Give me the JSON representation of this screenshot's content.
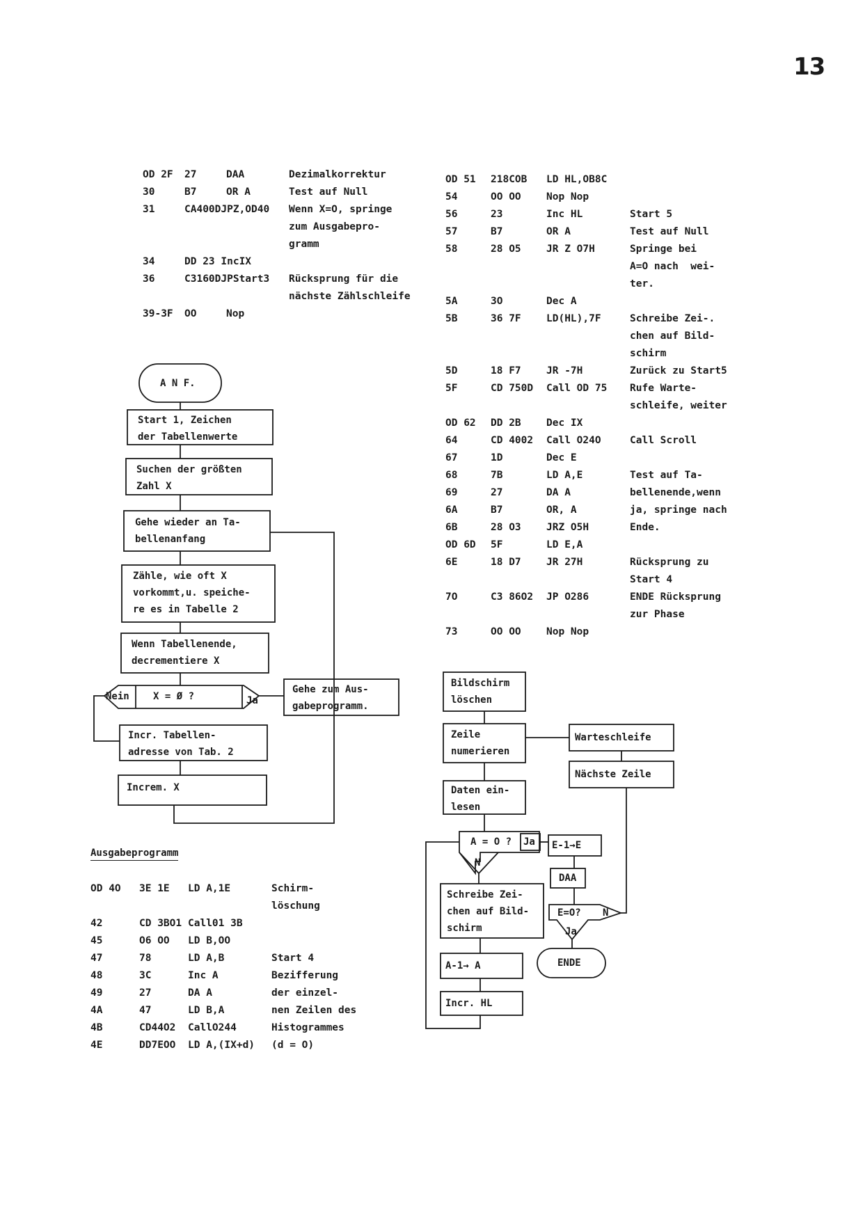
{
  "page_number": "13",
  "listing_top_left": [
    {
      "a": "OD 2F",
      "h": "27",
      "m": "DAA",
      "c": "Dezimalkorrektur"
    },
    {
      "a": "30",
      "h": "B7",
      "m": "OR A",
      "c": "Test auf Null"
    },
    {
      "a": "31",
      "h": "CA400DJPZ,OD40",
      "m": "",
      "c": "Wenn X=O, springe"
    },
    {
      "a": "",
      "h": "",
      "m": "",
      "c": "zum Ausgabepro-"
    },
    {
      "a": "",
      "h": "",
      "m": "",
      "c": "gramm"
    },
    {
      "a": "34",
      "h": "DD 23 IncIX",
      "m": "",
      "c": ""
    },
    {
      "a": "36",
      "h": "C3160DJPStart3",
      "m": "",
      "c": "Rücksprung für die"
    },
    {
      "a": "",
      "h": "",
      "m": "",
      "c": "nächste Zählschleife"
    },
    {
      "a": "39-3F",
      "h": "OO",
      "m": "Nop",
      "c": ""
    }
  ],
  "listing_top_right": [
    {
      "a": "OD 51",
      "h": "218COB",
      "m": "LD HL,OB8C",
      "c": ""
    },
    {
      "a": "54",
      "h": "OO OO",
      "m": "Nop Nop",
      "c": ""
    },
    {
      "a": "56",
      "h": "23",
      "m": "Inc HL",
      "c": "Start 5"
    },
    {
      "a": "57",
      "h": "B7",
      "m": "OR A",
      "c": "Test auf Null"
    },
    {
      "a": "58",
      "h": "28 O5",
      "m": "JR Z O7H",
      "c": "Springe bei"
    },
    {
      "a": "",
      "h": "",
      "m": "",
      "c": "A=O nach  wei-"
    },
    {
      "a": "",
      "h": "",
      "m": "",
      "c": "ter."
    },
    {
      "a": "5A",
      "h": "3O",
      "m": "Dec A",
      "c": ""
    },
    {
      "a": "5B",
      "h": "36 7F",
      "m": "LD(HL),7F",
      "c": "Schreibe Zei-."
    },
    {
      "a": "",
      "h": "",
      "m": "",
      "c": "chen auf Bild-"
    },
    {
      "a": "",
      "h": "",
      "m": "",
      "c": "schirm"
    },
    {
      "a": "5D",
      "h": "18 F7",
      "m": "JR -7H",
      "c": "Zurück zu Start5"
    },
    {
      "a": "5F",
      "h": "CD 750D",
      "m": "Call OD 75",
      "c": "Rufe Warte-"
    },
    {
      "a": "",
      "h": "",
      "m": "",
      "c": "schleife, weiter"
    },
    {
      "a": "OD 62",
      "h": "DD 2B",
      "m": "Dec IX",
      "c": ""
    },
    {
      "a": "64",
      "h": "CD 4002",
      "m": "Call O24O",
      "c": "Call Scroll"
    },
    {
      "a": "67",
      "h": "1D",
      "m": "Dec E",
      "c": ""
    },
    {
      "a": "68",
      "h": "7B",
      "m": "LD A,E",
      "c": "Test auf Ta-"
    },
    {
      "a": "69",
      "h": "27",
      "m": "DA A",
      "c": "bellenende,wenn"
    },
    {
      "a": "6A",
      "h": "B7",
      "m": "OR, A",
      "c": "ja, springe nach"
    },
    {
      "a": "6B",
      "h": "28 O3",
      "m": "JRZ O5H",
      "c": "Ende."
    },
    {
      "a": "OD 6D",
      "h": "5F",
      "m": "LD E,A",
      "c": ""
    },
    {
      "a": "6E",
      "h": "18 D7",
      "m": "JR 27H",
      "c": "Rücksprung zu"
    },
    {
      "a": "",
      "h": "",
      "m": "",
      "c": "Start 4"
    },
    {
      "a": "7O",
      "h": "C3 86O2",
      "m": "JP O286",
      "c": "ENDE Rücksprung"
    },
    {
      "a": "",
      "h": "",
      "m": "",
      "c": "zur Phase"
    },
    {
      "a": "73",
      "h": "OO OO",
      "m": "Nop Nop",
      "c": ""
    }
  ],
  "section_title": "Ausgabeprogramm",
  "listing_bottom": [
    {
      "a": "OD 4O",
      "h": "3E 1E",
      "m": "LD A,1E",
      "c": "Schirm-"
    },
    {
      "a": "",
      "h": "",
      "m": "",
      "c": "löschung"
    },
    {
      "a": "42",
      "h": "CD 3BO1",
      "m": "Call01 3B",
      "c": ""
    },
    {
      "a": "45",
      "h": "O6 OO",
      "m": "LD B,OO",
      "c": ""
    },
    {
      "a": "47",
      "h": "78",
      "m": "LD A,B",
      "c": "Start 4"
    },
    {
      "a": "48",
      "h": "3C",
      "m": "Inc A",
      "c": "Bezifferung"
    },
    {
      "a": "49",
      "h": "27",
      "m": "DA A",
      "c": "der einzel-"
    },
    {
      "a": "4A",
      "h": "47",
      "m": "LD B,A",
      "c": "nen Zeilen des"
    },
    {
      "a": "4B",
      "h": "CD44O2",
      "m": "CallO244",
      "c": "Histogrammes"
    },
    {
      "a": "4E",
      "h": "DD7EOO",
      "m": "LD A,(IX+d)",
      "c": "(d = O)"
    }
  ],
  "flow_left": {
    "start": "A N F.",
    "b1": "Start 1, Zeichen\nder Tabellenwerte",
    "b2": "Suchen der größten\nZahl X",
    "b3": "Gehe wieder an Ta-\nbellenanfang",
    "b4": "Zähle, wie oft X\nvorkommt,u. speiche-\nre es in Tabelle 2",
    "b5": "Wenn Tabellenende,\ndecrementiere X",
    "decision": "X = Ø ?",
    "no": "Nein",
    "yes": "Ja",
    "goto": "Gehe  zum Aus-\ngabeprogramm.",
    "b6": "Incr. Tabellen-\nadresse von Tab. 2",
    "b7": "Increm. X"
  },
  "flow_right": {
    "b1": "Bildschirm\nlöschen",
    "b2": "Zeile\nnumerieren",
    "b3": "Daten ein-\nlesen",
    "wait": "Warteschleife",
    "next": "Nächste Zeile",
    "dec1": "A = O ?",
    "yes1": "Ja",
    "no1": "N",
    "e1": "E-1→E",
    "daa": "DAA",
    "dec2": "E=O?",
    "no2": "N",
    "yes2": "Ja",
    "end": "ENDE",
    "write": "Schreibe Zei-\nchen auf Bild-\nschirm",
    "a1": "A-1→ A",
    "inc": "Incr. HL"
  }
}
